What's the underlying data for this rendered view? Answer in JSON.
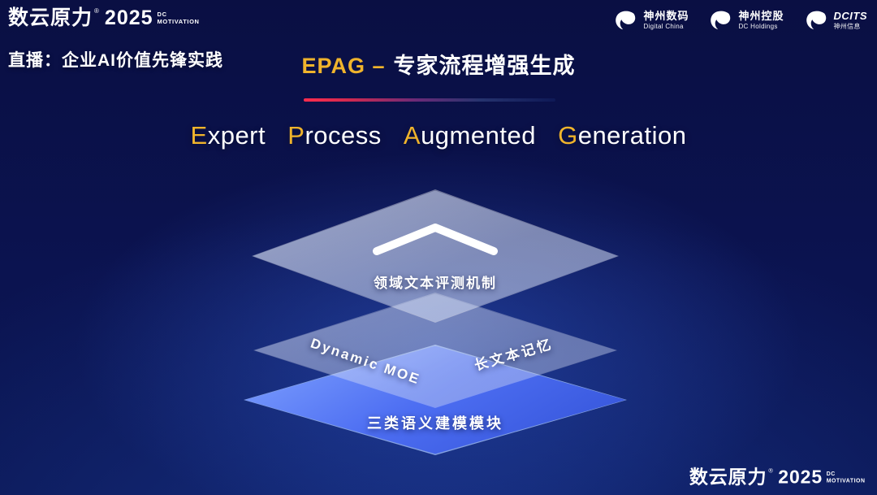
{
  "brand": {
    "wordmark": "数云原力",
    "reg": "®",
    "year": "2025",
    "line1": "DC",
    "line2": "MOTIVATION"
  },
  "header": {
    "live_label": "直播：企业AI价值先锋实践",
    "title_accent": "EPAG –",
    "title_rest": "专家流程增强生成",
    "logos": [
      {
        "name": "神州数码",
        "sub": "Digital China"
      },
      {
        "name": "神州控股",
        "sub": "DC Holdings"
      },
      {
        "name": "DCITS",
        "sub": "神州信息"
      }
    ]
  },
  "main_title": {
    "words": [
      {
        "initial": "E",
        "rest": "xpert"
      },
      {
        "initial": "P",
        "rest": "rocess"
      },
      {
        "initial": "A",
        "rest": "ugmented"
      },
      {
        "initial": "G",
        "rest": "eneration"
      }
    ]
  },
  "diagram": {
    "top_label": "领域文本评测机制",
    "middle_left_label": "Dynamic MOE",
    "middle_right_label": "长文本记忆",
    "bottom_label": "三类语义建模模块"
  },
  "colors": {
    "accent_gold": "#f0b42c",
    "accent_red": "#ff2d4e",
    "layer_blue": "#4d6ef2",
    "background_navy": "#0a0f43"
  }
}
